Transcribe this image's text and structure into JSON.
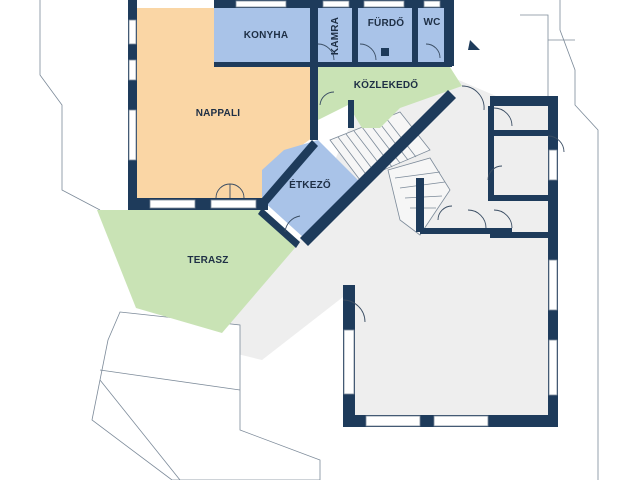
{
  "rooms": {
    "kitchen": {
      "label": "KONYHA",
      "color": "#a9c3e8"
    },
    "pantry": {
      "label": "KAMRA",
      "color": "#a9c3e8"
    },
    "bathroom": {
      "label": "FÜRDŐ",
      "color": "#a9c3e8"
    },
    "wc": {
      "label": "WC",
      "color": "#a9c3e8"
    },
    "hallway": {
      "label": "KÖZLEKEDŐ",
      "color": "#c9e3b5"
    },
    "living": {
      "label": "NAPPALI",
      "color": "#fad6a5"
    },
    "dining": {
      "label": "ÉTKEZŐ",
      "color": "#a9c3e8"
    },
    "terrace": {
      "label": "TERASZ",
      "color": "#c9e3b5"
    }
  },
  "colors": {
    "wall": "#1e3b5b",
    "unlabeled_area": "#eeeeee",
    "outline": "#7c8a99"
  }
}
